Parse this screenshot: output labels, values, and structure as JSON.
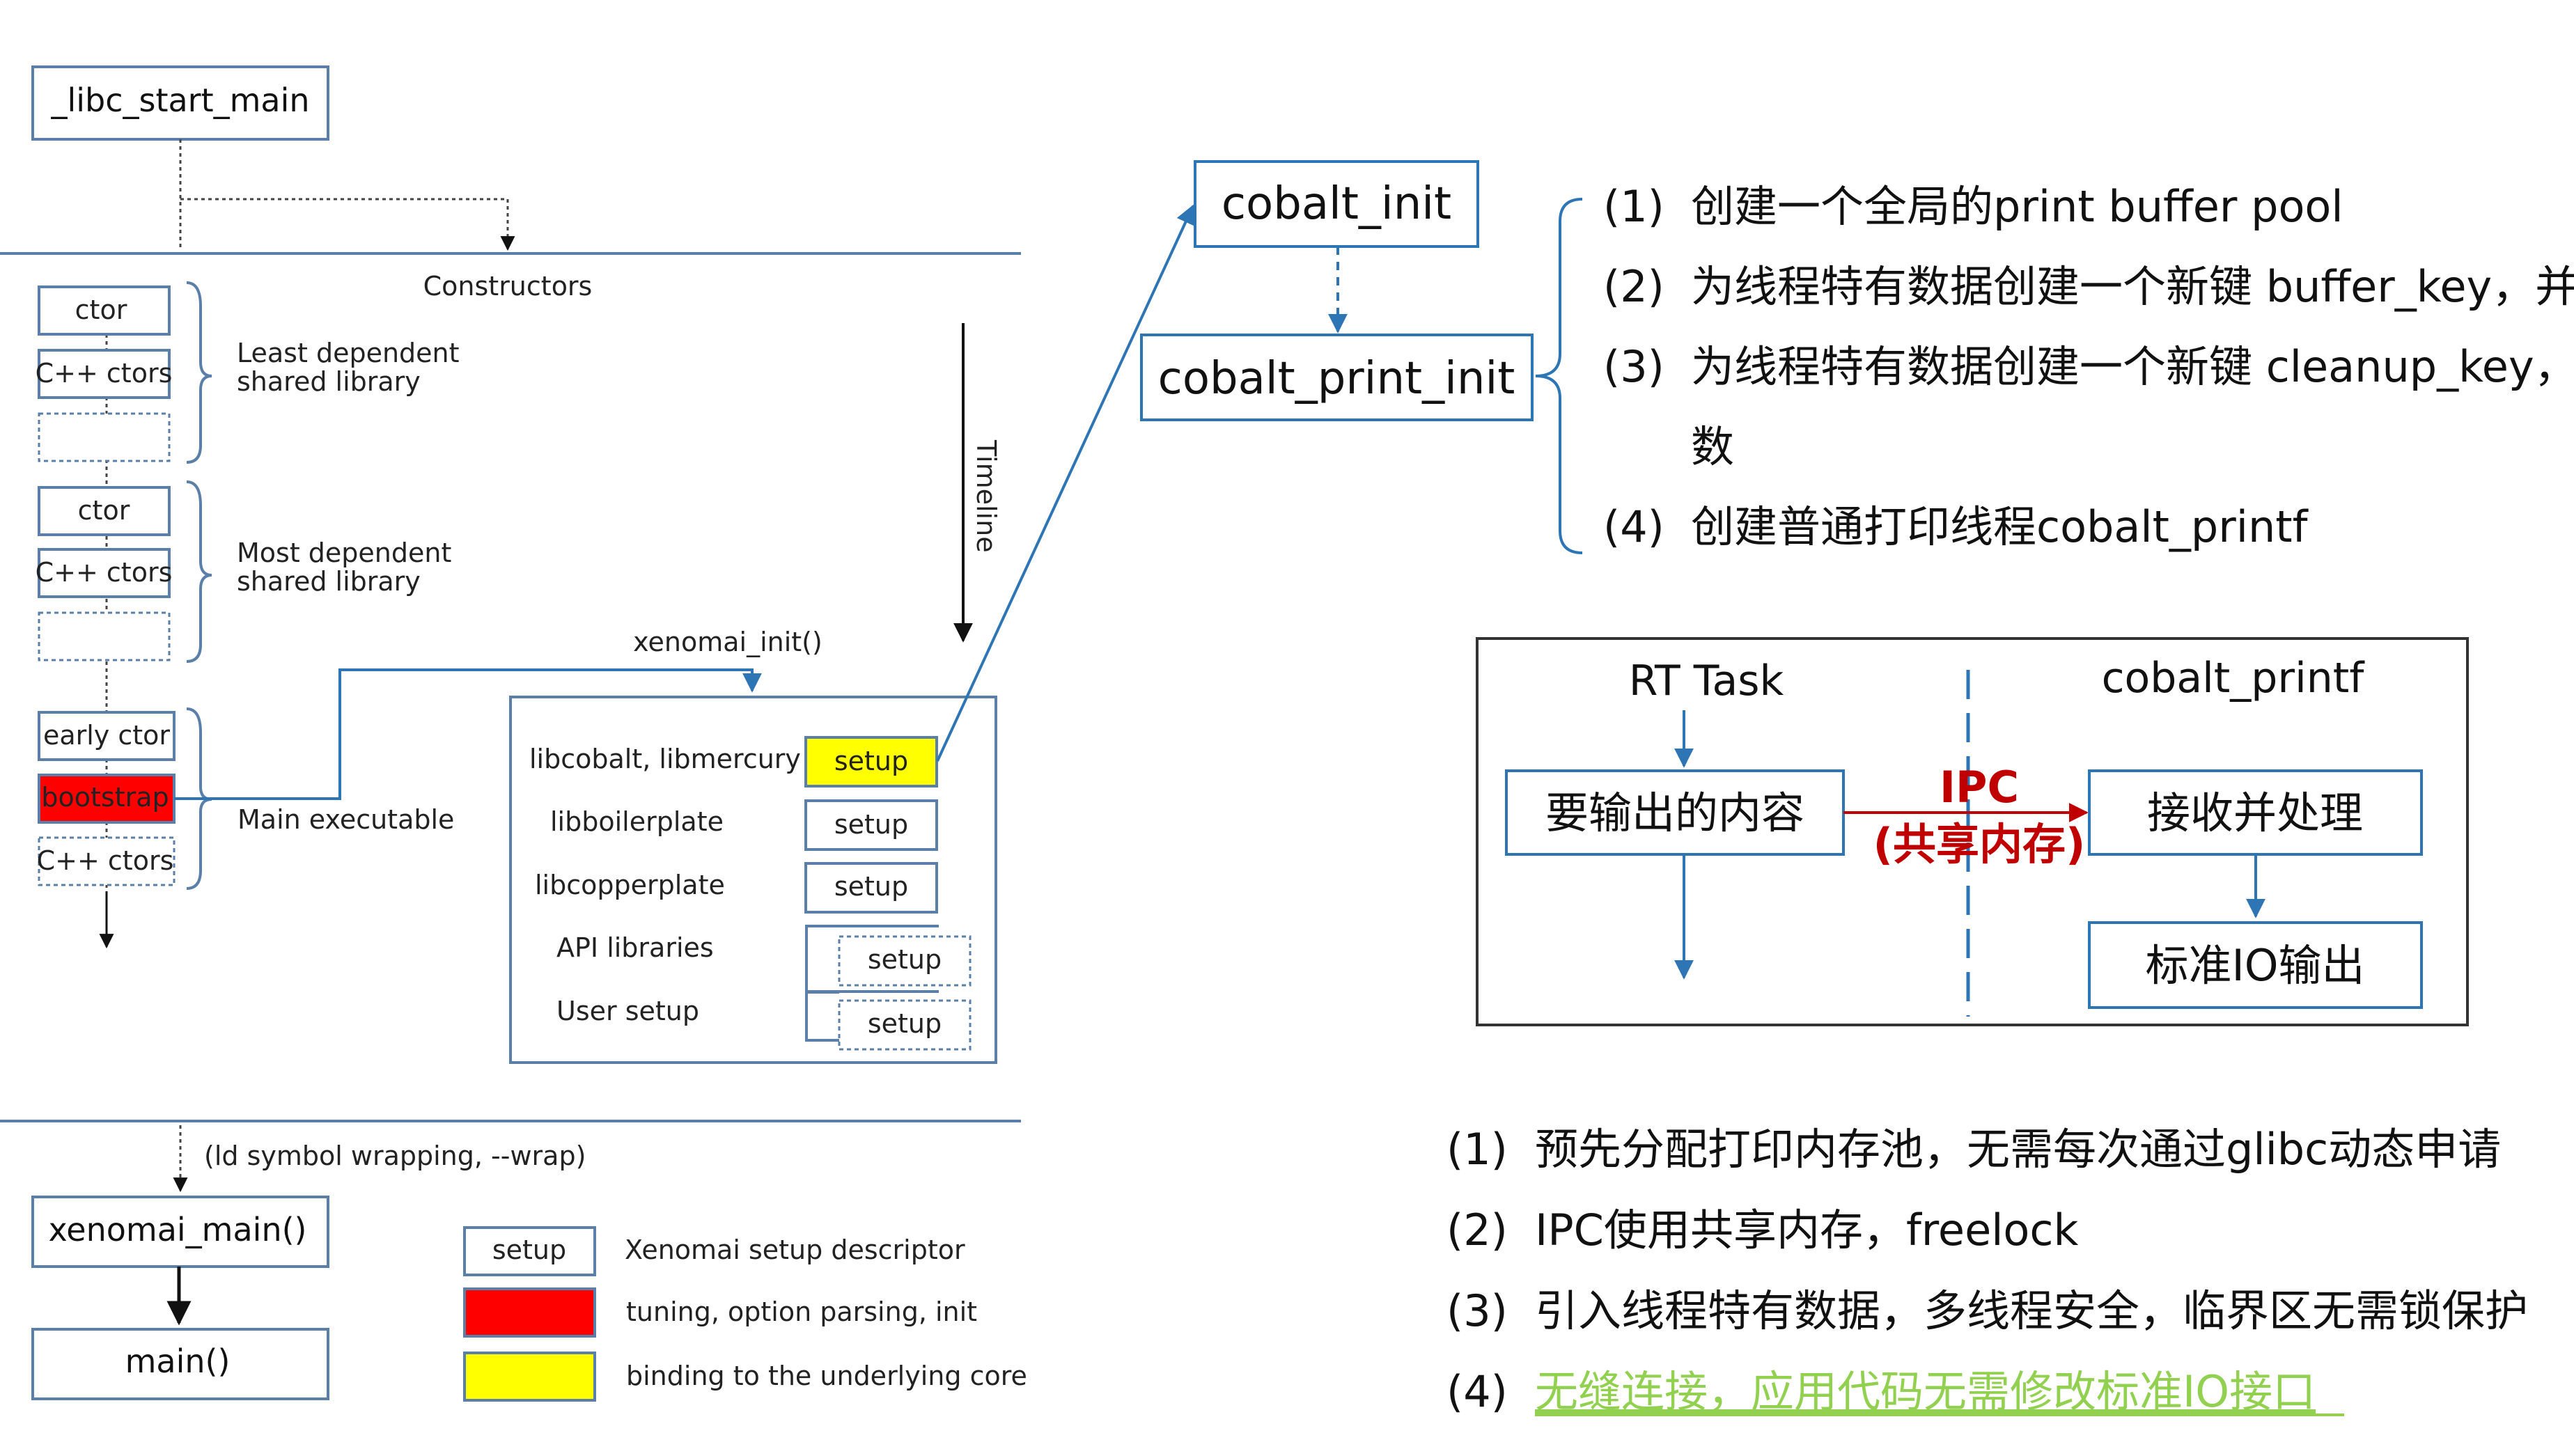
{
  "left_diagram": {
    "libc_start_main": "_libc_start_main",
    "constructors_label": "Constructors",
    "ctor_label": "ctor",
    "cpp_ctors_label": "C++ ctors",
    "least_dependent": [
      "Least dependent",
      "shared library"
    ],
    "most_dependent": [
      "Most dependent",
      "shared library"
    ],
    "early_ctor_label": "early ctor",
    "bootstrap_label": "bootstrap",
    "main_executable_label": "Main executable",
    "timeline_label": "Timeline",
    "xenomai_init_label": "xenomai_init()",
    "libraries": [
      "libcobalt, libmercury",
      "libboilerplate",
      "libcopperplate",
      "API libraries",
      "User setup"
    ],
    "setup_label": "setup",
    "ld_wrap_label": "(ld symbol wrapping, --wrap)",
    "xenomai_main_label": "xenomai_main()",
    "main_label": "main()",
    "legend": [
      {
        "swatch": "setup",
        "text": "Xenomai setup descriptor"
      },
      {
        "swatch": "",
        "text": "tuning, option parsing, init"
      },
      {
        "swatch": "",
        "text": "binding to the underlying core"
      }
    ]
  },
  "cobalt": {
    "cobalt_init": "cobalt_init",
    "cobalt_print_init": "cobalt_print_init",
    "steps": [
      {
        "num": "(1)",
        "text": "创建一个全局的print buffer pool"
      },
      {
        "num": "(2)",
        "text": "为线程特有数据创建一个新键 buffer_key，并"
      },
      {
        "num": "(3)",
        "text": "为线程特有数据创建一个新键 cleanup_key，"
      },
      {
        "num": "",
        "text": "数"
      },
      {
        "num": "(4)",
        "text": "创建普通打印线程cobalt_printf"
      }
    ]
  },
  "ipc_box": {
    "rt_task": "RT Task",
    "cobalt_printf": "cobalt_printf",
    "content_to_output": "要输出的内容",
    "ipc_line1": "IPC",
    "ipc_line2": "(共享内存)",
    "receive_and_process": "接收并处理",
    "stdio_output": "标准IO输出"
  },
  "advantages": [
    {
      "num": "(1)",
      "text": "预先分配打印内存池，无需每次通过glibc动态申请"
    },
    {
      "num": "(2)",
      "text": "IPC使用共享内存，freelock"
    },
    {
      "num": "(3)",
      "text": "引入线程特有数据，多线程安全，临界区无需锁保护"
    },
    {
      "num": "(4)",
      "text": "无缝连接，应用代码无需修改标准IO接口"
    }
  ],
  "colors": {
    "bootstrap": "#ff0000",
    "setup_highlight": "#ffff00",
    "blue": "#2e75b6",
    "ipc_red": "#c00000",
    "link_green": "#92d050"
  }
}
